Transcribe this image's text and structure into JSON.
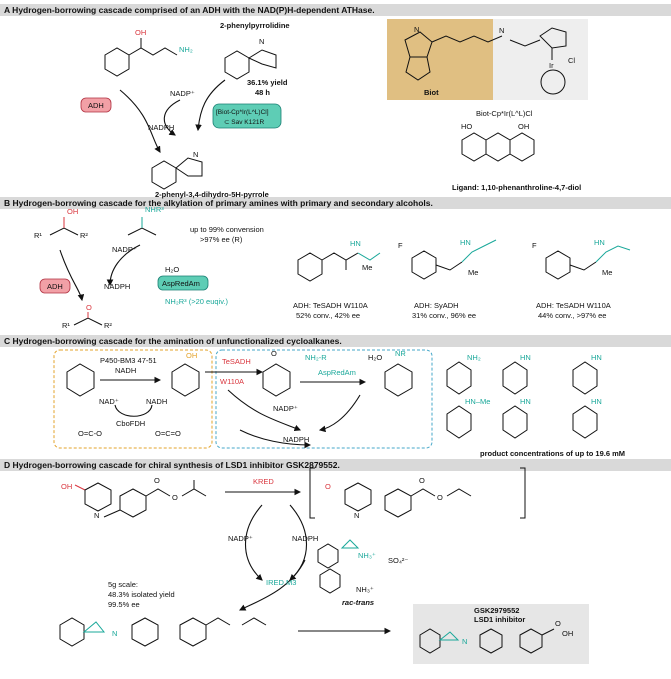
{
  "sectionA": {
    "title": "A Hydrogen-borrowing cascade comprised of an ADH with the NAD(P)H-dependent ATHase.",
    "oh": "OH",
    "nh2": "NH₂",
    "product_name": "2-phenylpyrrolidine",
    "nh": "N",
    "nadp_plus": "NADP⁺",
    "nadph": "NADPH",
    "adh": "ADH",
    "yield": "36.1% yield",
    "time": "48 h",
    "cat_line1": "[Biot-Cp*Ir(L^L)Cl]",
    "cat_line2": "⊂ Sav K121R",
    "intermediate": "2-phenyl-3,4-dihydro-5H-pyrrole",
    "biot_label": "Biot",
    "complex_label": "Biot-Cp*Ir(L^L)Cl",
    "ligand_label": "Ligand: 1,10-phenanthroline-4,7-diol"
  },
  "sectionB": {
    "title": "B Hydrogen-borrowing cascade for the alkylation of primary amines with primary and secondary alcohols.",
    "nadp_plus": "NADP⁺",
    "nadph": "NADPH",
    "adh": "ADH",
    "aspredam": "AspRedAm",
    "h2o": "H₂O",
    "amine": "NH₂R³ (>20 euqiv.)",
    "conv": "up to 99% convension",
    "ee": ">97% ee (R)",
    "products": [
      {
        "enzyme": "ADH: TeSADH W110A",
        "result": "52% conv., 42% ee"
      },
      {
        "enzyme": "ADH: SyADH",
        "result": "31% conv., 96% ee"
      },
      {
        "enzyme": "ADH: TeSADH W110A",
        "result": "44% conv., >97% ee"
      }
    ]
  },
  "sectionC": {
    "title": "C Hydrogen-borrowing cascade for the amination of unfunctionalized cycloalkanes.",
    "p450": "P450-BM3 47-51",
    "nadh": "NADH",
    "nad_plus": "NAD⁺",
    "cbofdh": "CboFDH",
    "co2": "O=C=O",
    "tesadh": "TeSADH",
    "w110a": "W110A",
    "nh2r": "NH₂-R",
    "aspredam": "AspRedAm",
    "h2o": "H₂O",
    "nadp_plus": "NADP⁺",
    "nadph": "NADPH",
    "concentration": "product concentrations of up to 19.6 mM"
  },
  "sectionD": {
    "title": "D Hydrogen-borrowing cascade for chiral synthesis of LSD1 inhibitor GSK2879552.",
    "kred": "KRED",
    "nadp_plus": "NADP⁺",
    "nadph": "NADPH",
    "ired": "IRED M3",
    "so4": "SO₄²⁻",
    "rac": "rac-trans",
    "scale1": "5g scale:",
    "scale2": "48.3% isolated yield",
    "scale3": "99.5% ee",
    "final_name": "GSK2979552",
    "final_desc": "LSD1 inhibitor",
    "oh": "OH"
  },
  "colors": {
    "teal": "#1aa89a",
    "red": "#d9363e",
    "biot_bg": "#e0bf82",
    "band": "#d9d9d9",
    "enzyme_pink": "#f2a0a6",
    "enzyme_teal": "#5ecdb5"
  }
}
